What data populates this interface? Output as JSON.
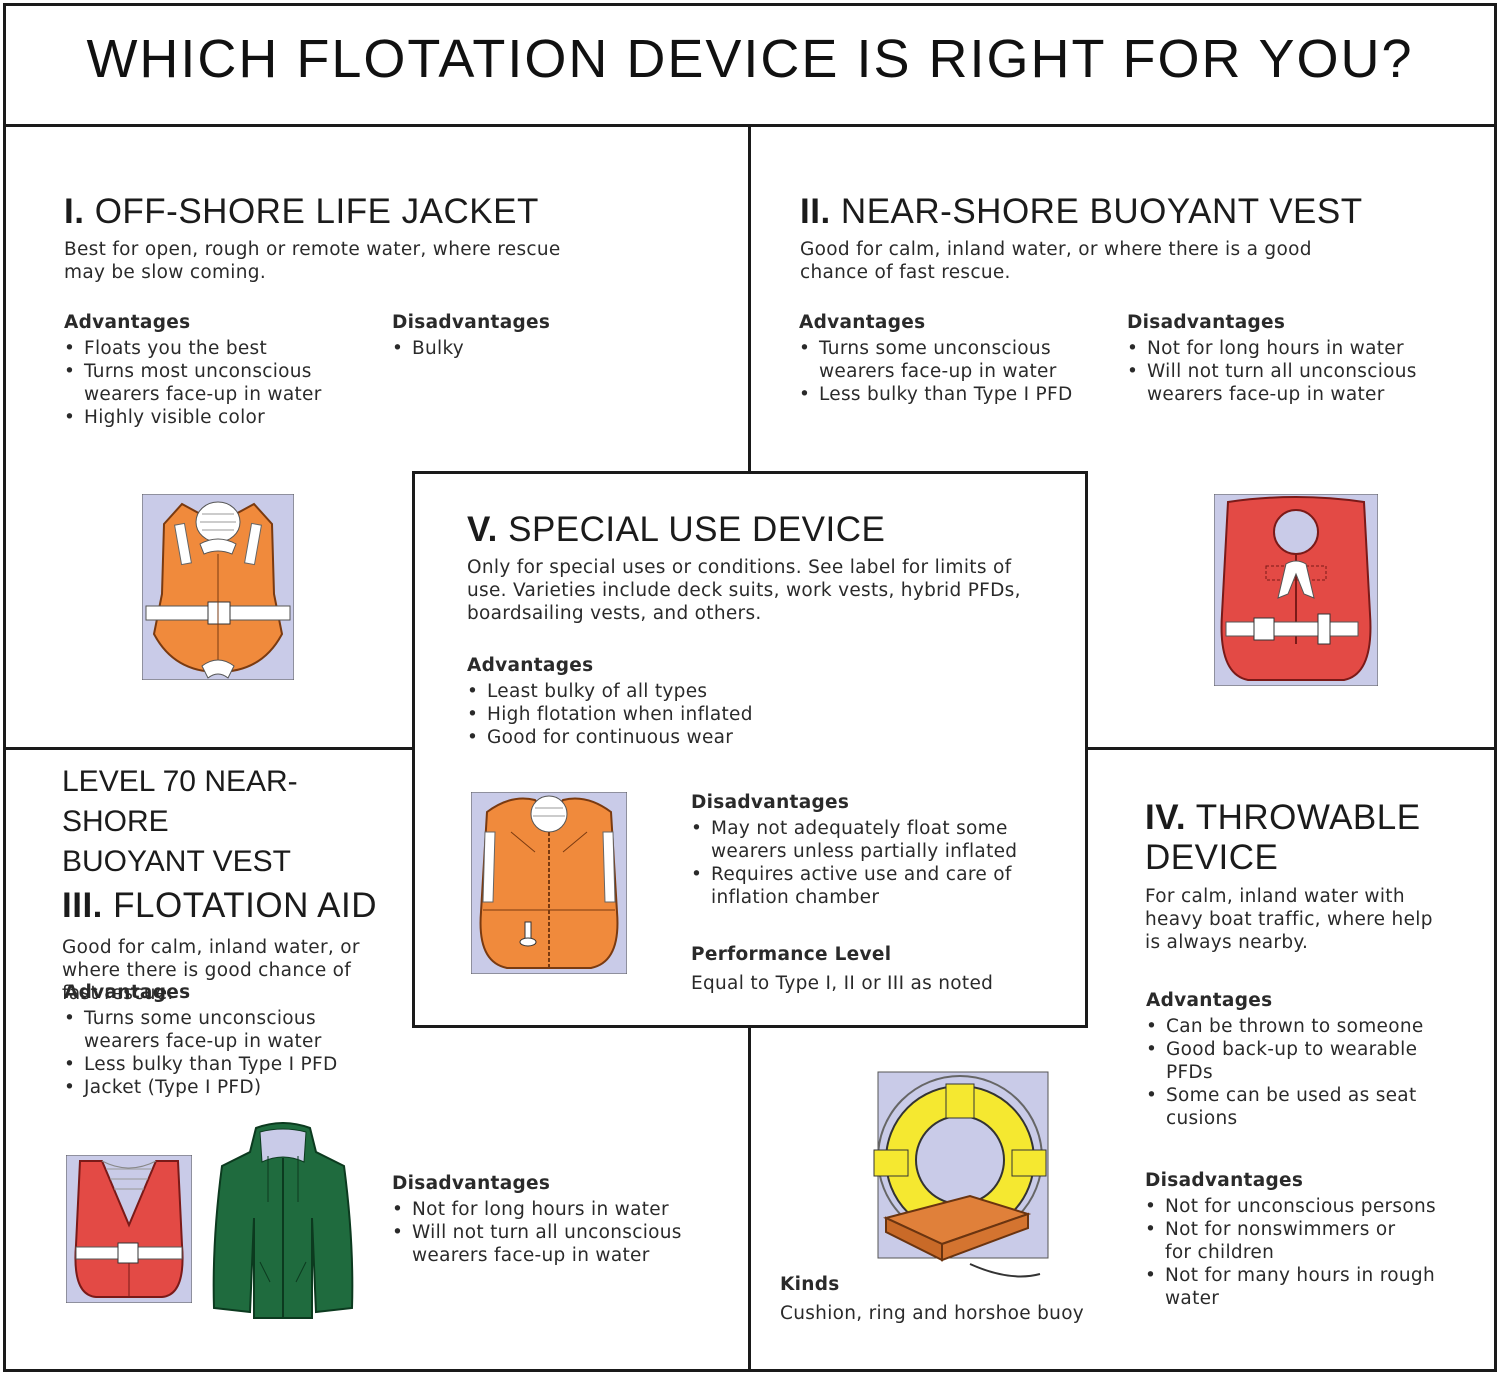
{
  "title": "WHICH FLOTATION DEVICE IS RIGHT FOR YOU?",
  "type1": {
    "numeral": "I.",
    "name": "OFF-SHORE LIFE JACKET",
    "description": "Best for open, rough or remote water, where rescue may be slow coming.",
    "advantages_label": "Advantages",
    "advantages": [
      "Floats you the best",
      "Turns most unconscious wearers face-up in water",
      "Highly visible color"
    ],
    "disadvantages_label": "Disadvantages",
    "disadvantages": [
      "Bulky"
    ]
  },
  "type2": {
    "numeral": "II.",
    "name": "NEAR-SHORE BUOYANT VEST",
    "description": "Good for calm, inland water, or where there is a good chance of fast rescue.",
    "advantages_label": "Advantages",
    "advantages": [
      "Turns some unconscious wearers face-up in water",
      "Less bulky than Type I PFD"
    ],
    "disadvantages_label": "Disadvantages",
    "disadvantages": [
      "Not for long hours in water",
      "Will not turn all unconscious wearers face-up in water"
    ]
  },
  "type3": {
    "level_line1": "LEVEL 70 NEAR-SHORE",
    "level_line2": "BUOYANT VEST",
    "numeral": "III.",
    "name": "FLOTATION AID",
    "description": "Good for calm, inland water, or where there is good chance of fast rescue.",
    "advantages_label": "Advantages",
    "advantages": [
      "Turns some unconscious wearers face-up in water",
      "Less bulky than Type I PFD",
      "Jacket (Type I PFD)"
    ],
    "disadvantages_label": "Disadvantages",
    "disadvantages": [
      "Not for long hours in water",
      "Will not turn all unconscious wearers face-up in water"
    ]
  },
  "type4": {
    "numeral": "IV.",
    "name_line1": "THROWABLE",
    "name_line2": "DEVICE",
    "description": "For calm, inland water with heavy boat traffic, where help is always nearby.",
    "advantages_label": "Advantages",
    "advantages": [
      "Can be thrown to someone",
      "Good back-up to wearable PFDs",
      "Some can be used as seat cusions"
    ],
    "disadvantages_label": "Disadvantages",
    "disadvantages": [
      "Not for unconscious persons",
      "Not for nonswimmers or for children",
      "Not for many hours in rough water"
    ],
    "kinds_label": "Kinds",
    "kinds": "Cushion, ring and horshoe buoy"
  },
  "type5": {
    "numeral": "V.",
    "name": "SPECIAL USE DEVICE",
    "description": "Only for special uses or conditions. See label for limits of use. Varieties include deck suits, work vests, hybrid PFDs, boardsailing vests, and others.",
    "advantages_label": "Advantages",
    "advantages": [
      "Least bulky of all types",
      "High flotation when inflated",
      "Good for continuous wear"
    ],
    "disadvantages_label": "Disadvantages",
    "disadvantages": [
      "May not adequately float some wearers unless partially inflated",
      "Requires active use and care of inflation chamber"
    ],
    "performance_label": "Performance Level",
    "performance": "Equal to Type I, II or III as noted"
  },
  "colors": {
    "orange": "#f08a3c",
    "red": "#e34a45",
    "green": "#1f6b3e",
    "yellow": "#f5e830",
    "backdrop": "#c9cbe8",
    "cushion": "#e0803a"
  },
  "icons": [
    "offshore-life-jacket-icon",
    "nearshore-vest-icon",
    "red-vest-icon",
    "green-jacket-icon",
    "ring-buoy-icon",
    "special-use-vest-icon"
  ]
}
